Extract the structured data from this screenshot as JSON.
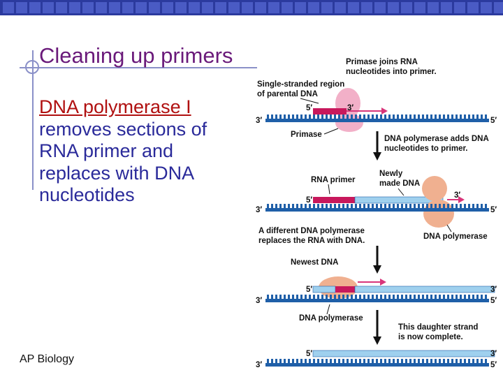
{
  "slide": {
    "title": "Cleaning up primers",
    "body_highlight": "DNA polymerase I",
    "body_rest": "removes sections of RNA primer and replaces with DNA nucleotides",
    "footer": "AP Biology"
  },
  "figure": {
    "labels": {
      "primase_joins": [
        "Primase joins RNA",
        "nucleotides into primer."
      ],
      "single_stranded": [
        "Single-stranded region",
        "of parental DNA"
      ],
      "primase": "Primase",
      "dna_pol_adds": [
        "DNA polymerase adds DNA",
        "nucleotides to primer."
      ],
      "rna_primer": "RNA primer",
      "newly_made": [
        "Newly",
        "made DNA"
      ],
      "different_pol": [
        "A different DNA polymerase",
        "replaces the RNA with DNA."
      ],
      "dna_polymerase_1": "DNA polymerase",
      "newest_dna": "Newest DNA",
      "dna_polymerase_2": "DNA polymerase",
      "daughter_complete": [
        "This daughter strand",
        "is now complete."
      ]
    },
    "ends": {
      "five": "5′",
      "three": "3′"
    },
    "colors": {
      "dna_blue": "#1f5fa8",
      "new_dna_light": "#9fd0ee",
      "rna_primer": "#c8185c",
      "primase_pink": "#f2b0c8",
      "polymerase_peach": "#f0b090",
      "arrow_pink": "#d8357a",
      "title_purple": "#6a1a7a",
      "text_blue": "#2a2a9a",
      "highlight_red": "#b01010"
    }
  }
}
